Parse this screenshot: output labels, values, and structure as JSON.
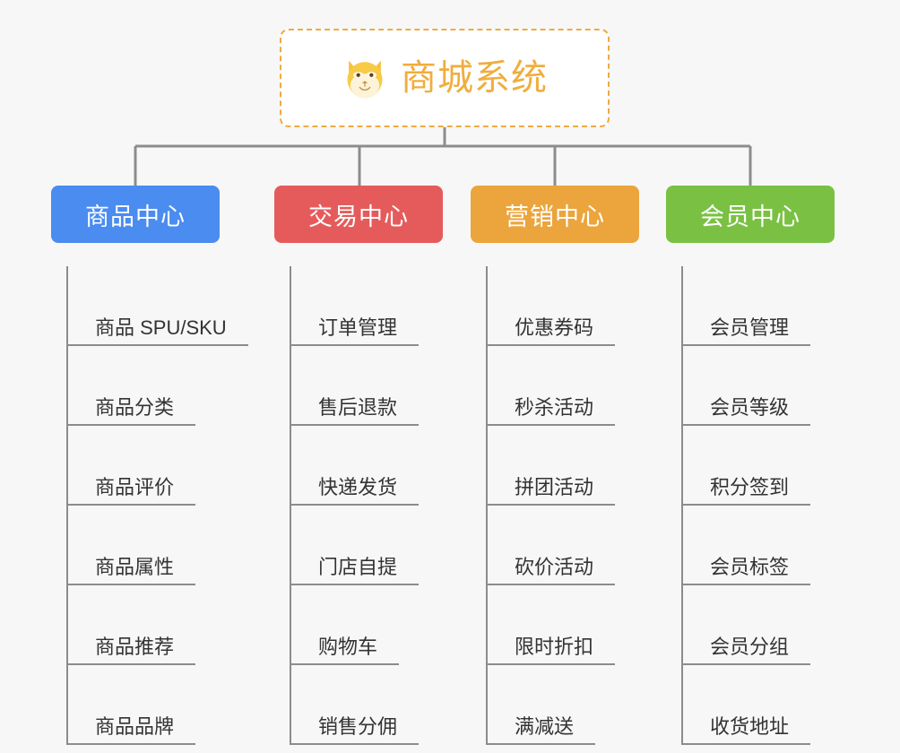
{
  "page": {
    "background_color": "#f7f7f7",
    "connector_color": "#8c8c8c"
  },
  "root": {
    "title": "商城系统",
    "icon": "dog-face-icon",
    "text_color": "#f0ad3e",
    "border_color": "#eeab44",
    "background_color": "#ffffff"
  },
  "columns": [
    {
      "id": "product-center",
      "label": "商品中心",
      "color": "#4a8cf0",
      "items": [
        "商品 SPU/SKU",
        "商品分类",
        "商品评价",
        "商品属性",
        "商品推荐",
        "商品品牌"
      ]
    },
    {
      "id": "trade-center",
      "label": "交易中心",
      "color": "#e55b5b",
      "items": [
        "订单管理",
        "售后退款",
        "快递发货",
        "门店自提",
        "购物车",
        "销售分佣"
      ]
    },
    {
      "id": "marketing-center",
      "label": "营销中心",
      "color": "#eba53c",
      "items": [
        "优惠券码",
        "秒杀活动",
        "拼团活动",
        "砍价活动",
        "限时折扣",
        "满减送"
      ]
    },
    {
      "id": "member-center",
      "label": "会员中心",
      "color": "#7ac143",
      "items": [
        "会员管理",
        "会员等级",
        "积分签到",
        "会员标签",
        "会员分组",
        "收货地址"
      ]
    }
  ]
}
